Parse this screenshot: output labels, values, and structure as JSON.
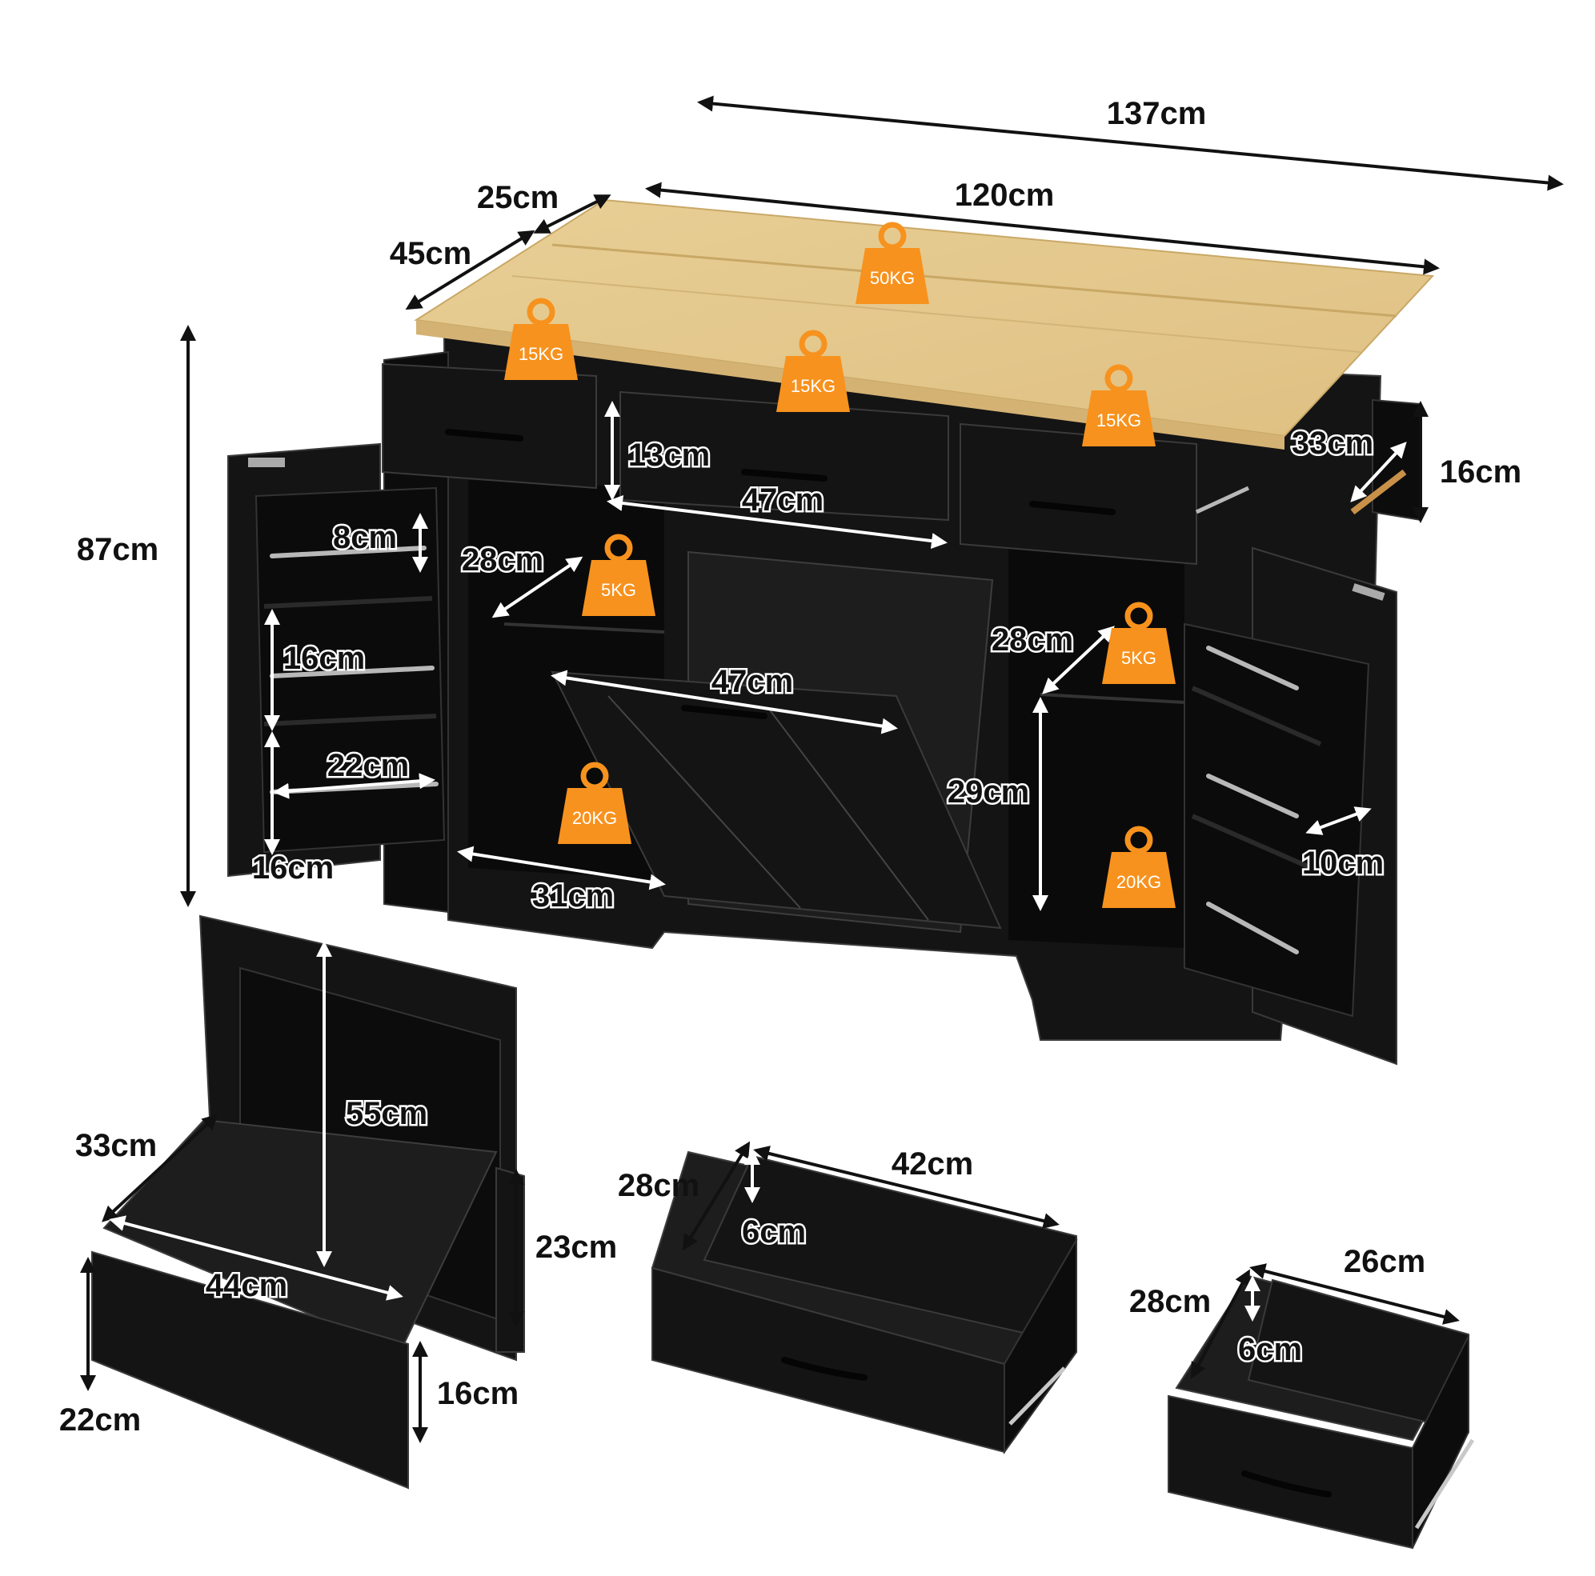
{
  "dimensions": {
    "overall_width": "137cm",
    "top_width": "120cm",
    "top_depth": "45cm",
    "top_extension": "25cm",
    "height": "87cm",
    "drawer_height": "13cm",
    "center_drawer_width": "47cm",
    "rack_width": "33cm",
    "rack_height": "16cm",
    "left_door_shelf_1": "8cm",
    "left_door_shelf_2": "16cm",
    "left_door_shelf_width": "22cm",
    "left_door_shelf_3": "16cm",
    "left_cabinet_depth": "28cm",
    "left_cabinet_width": "31cm",
    "bin_width": "47cm",
    "right_cabinet_depth": "28cm",
    "right_cabinet_height": "29cm",
    "right_door_shelf_depth": "10cm"
  },
  "weights": {
    "top": "50KG",
    "left_drawer": "15KG",
    "center_drawer": "15KG",
    "right_drawer": "15KG",
    "left_shelf": "5KG",
    "left_bottom": "20KG",
    "right_shelf": "5KG",
    "right_bottom": "20KG"
  },
  "bin_drawer": {
    "depth": "33cm",
    "back_height": "55cm",
    "side_height": "23cm",
    "width": "44cm",
    "front_height_left": "22cm",
    "front_height_right": "16cm"
  },
  "large_drawer": {
    "depth": "28cm",
    "height": "6cm",
    "width": "42cm"
  },
  "small_drawer": {
    "depth": "28cm",
    "height": "6cm",
    "width": "26cm"
  }
}
